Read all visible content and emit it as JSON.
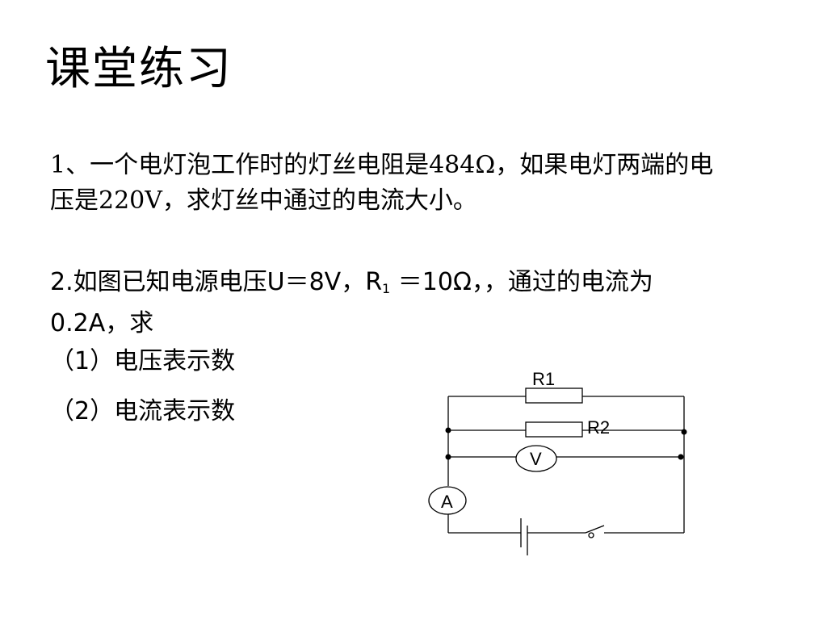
{
  "slide": {
    "title": "课堂练习",
    "q1_text": "1、一个电灯泡工作时的灯丝电阻是484Ω，如果电灯两端的电压是220V，求灯丝中通过的电流大小。",
    "q2_part1": "2.如图已知电源电压U＝8V，R",
    "q2_sub": "1",
    "q2_part2": " ＝10Ω，，通过的电流为0.2A，求",
    "sub1": "（1）电压表示数",
    "sub2": "（2）电流表示数"
  },
  "circuit": {
    "r1_label": "R1",
    "r2_label": "R2",
    "voltmeter_label": "V",
    "ammeter_label": "A"
  }
}
